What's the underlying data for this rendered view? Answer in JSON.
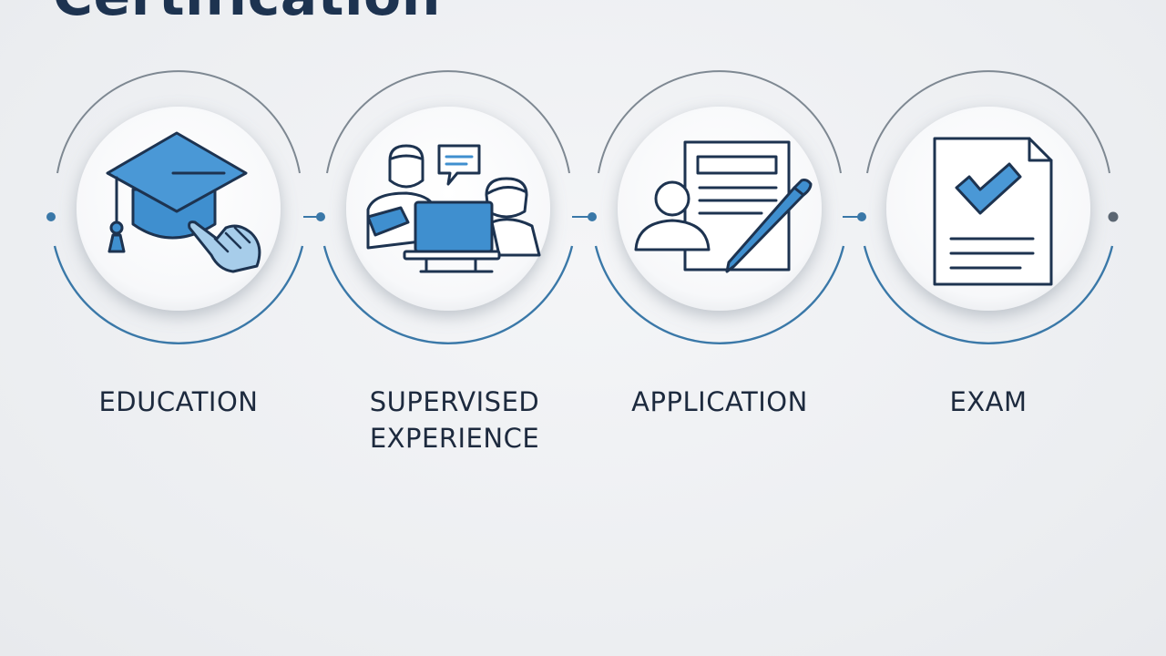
{
  "title": "Certification",
  "colors": {
    "accent": "#3f8fcf",
    "ink": "#1d3350",
    "ring": "#3a78a8",
    "disc": "#ffffff",
    "background": "#eceef1"
  },
  "steps": [
    {
      "label_lines": [
        "EDUCATION"
      ],
      "icon": "graduation-cap-icon"
    },
    {
      "label_lines": [
        "SUPERVISED",
        "EXPERIENCE"
      ],
      "icon": "team-laptop-icon"
    },
    {
      "label_lines": [
        "APPLICATION"
      ],
      "icon": "application-form-icon"
    },
    {
      "label_lines": [
        "EXAM"
      ],
      "icon": "exam-document-icon"
    }
  ]
}
